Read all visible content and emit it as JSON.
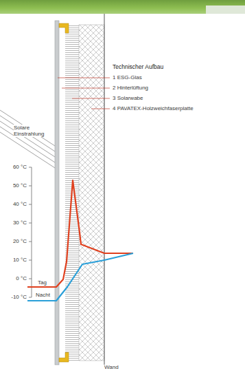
{
  "diagram": {
    "labels": [
      "Technischer Aufbau",
      "1 ESG-Glas",
      "2 Hinterlüftung",
      "3 Solarwabe",
      "4 PAVATEX-Holzweichfaserplatte",
      "Solare Einstrahlung",
      "60 °C",
      "50 °C",
      "40 °C",
      "30 °C",
      "20 °C",
      "10 °C",
      "0 °C",
      "-10 °C",
      "Tag",
      "Nacht",
      "Wand"
    ]
  }
}
